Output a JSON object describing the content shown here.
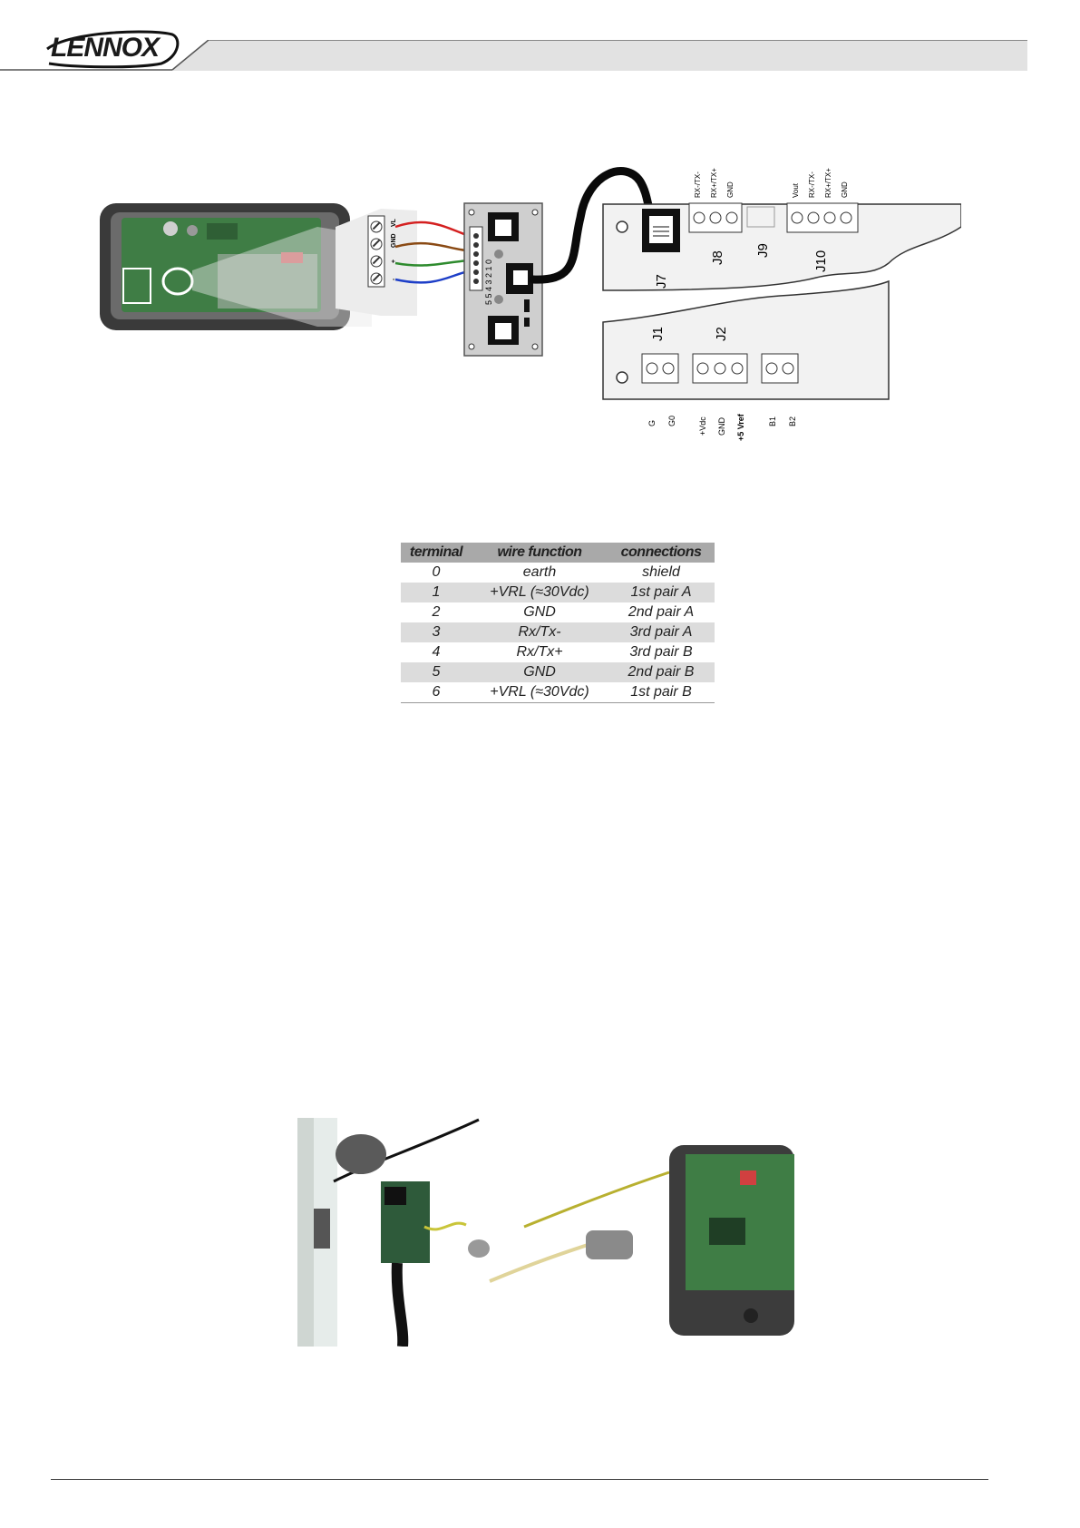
{
  "header": {
    "logo_text": "LENNOX"
  },
  "diagram": {
    "display_terminal_labels": [
      "VL",
      "GND",
      "+",
      "-"
    ],
    "adapter_numbers": "5 5 4 3 2 1 0",
    "j8_labels": [
      "RX-/TX-",
      "RX+/TX+",
      "GND"
    ],
    "j10_labels": [
      "Vout",
      "RX-/TX-",
      "RX+/TX+",
      "GND"
    ],
    "connector_names": {
      "j7": "J7",
      "j8": "J8",
      "j9": "J9",
      "j10": "J10",
      "j1": "J1",
      "j2": "J2"
    },
    "j1_labels": [
      "G",
      "G0"
    ],
    "j2_labels": [
      "+Vdc",
      "GND",
      "+5 Vref"
    ],
    "b_labels": [
      "B1",
      "B2"
    ]
  },
  "table": {
    "headers": [
      "terminal",
      "wire function",
      "connections"
    ],
    "rows": [
      [
        "0",
        "earth",
        "shield"
      ],
      [
        "1",
        "+VRL (≈30Vdc)",
        "1st pair A"
      ],
      [
        "2",
        "GND",
        "2nd pair A"
      ],
      [
        "3",
        "Rx/Tx-",
        "3rd pair A"
      ],
      [
        "4",
        "Rx/Tx+",
        "3rd pair B"
      ],
      [
        "5",
        "GND",
        "2nd pair B"
      ],
      [
        "6",
        "+VRL (≈30Vdc)",
        "1st pair B"
      ]
    ]
  },
  "colors": {
    "wire_red": "#d42020",
    "wire_brown": "#8a4a14",
    "wire_green": "#2e8b2e",
    "wire_blue": "#1e3fc8",
    "board_green": "#3f7d45",
    "header_band": "#e2e2e2"
  }
}
